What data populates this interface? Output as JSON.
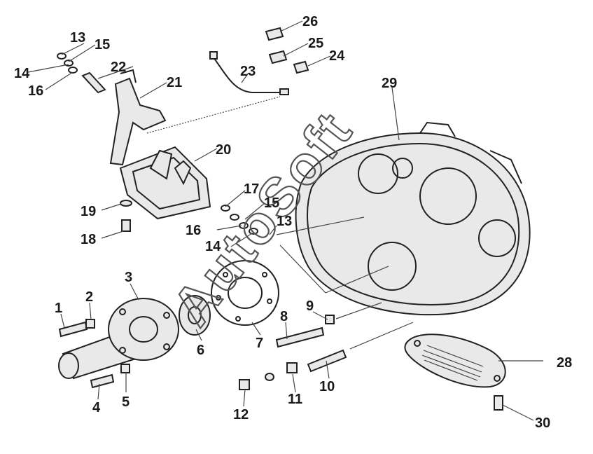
{
  "watermark": "AutoSoft",
  "callouts": [
    "1",
    "2",
    "3",
    "4",
    "5",
    "6",
    "7",
    "8",
    "9",
    "10",
    "11",
    "12",
    "13",
    "14",
    "15",
    "16",
    "17",
    "18",
    "19",
    "20",
    "21",
    "22",
    "23",
    "24",
    "25",
    "26",
    "28",
    "29",
    "30"
  ],
  "colors": {
    "ink": "#222222",
    "background": "#ffffff"
  }
}
